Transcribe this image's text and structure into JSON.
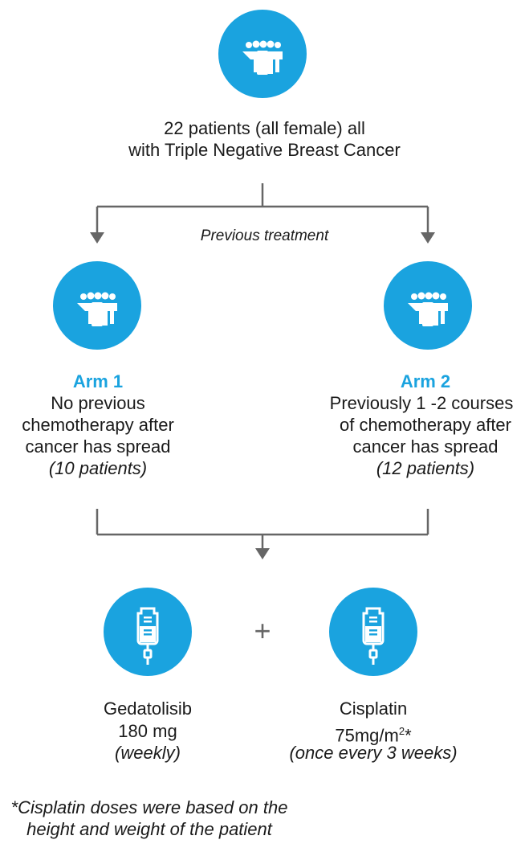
{
  "patients": {
    "line1": "22 patients (all female) all",
    "line2": "with Triple Negative Breast Cancer"
  },
  "split_label": "Previous treatment",
  "arm1": {
    "title": "Arm 1",
    "line1": "No previous",
    "line2": "chemotherapy after",
    "line3": "cancer has spread",
    "count": "(10 patients)"
  },
  "arm2": {
    "title": "Arm 2",
    "line1": "Previously 1 -2 courses",
    "line2": "of chemotherapy after",
    "line3": "cancer has spread",
    "count": "(12 patients)"
  },
  "plus": "+",
  "drug1": {
    "name": "Gedatolisib",
    "dose": "180 mg",
    "schedule": "(weekly)"
  },
  "drug2": {
    "name": "Cisplatin",
    "dose": "75mg/m",
    "dose_sup": "2",
    "dose_mark": "*",
    "schedule": "(once every 3 weeks)"
  },
  "footnote": {
    "line1": "*Cisplatin doses were based on the",
    "line2": "height and weight of the patient"
  },
  "colors": {
    "accent": "#1aa3df",
    "line": "#666666",
    "text": "#1a1a1a"
  }
}
